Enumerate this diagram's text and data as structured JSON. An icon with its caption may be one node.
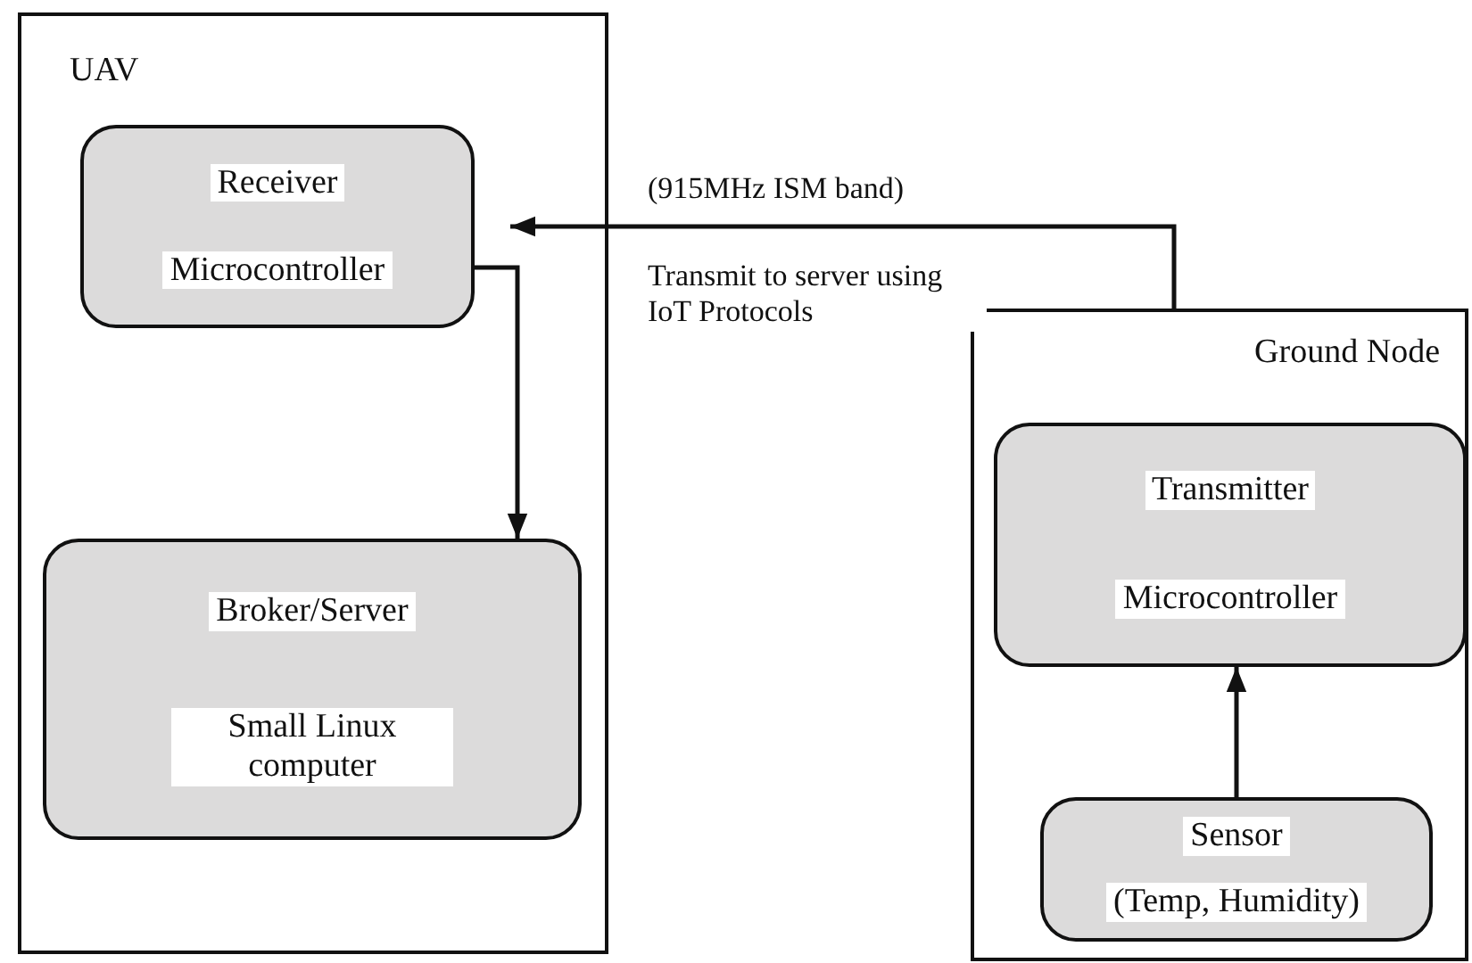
{
  "diagram": {
    "nodes": [
      {
        "text": [
          "UAV"
        ]
      },
      {
        "text": [
          "Receiver",
          "Microcontroller"
        ],
        "in": 0
      },
      {
        "text": [
          "Broker/Server",
          "Small Linux computer"
        ],
        "in": 0
      },
      {
        "text": [
          "Ground Node"
        ]
      },
      {
        "text": [
          "Transmitter",
          "Microcontroller"
        ],
        "in": 3
      },
      {
        "text": [
          "Sensor",
          "(Temp, Humidity)"
        ],
        "in": 3
      }
    ],
    "edges": [
      {
        "from": 3,
        "to": 1,
        "arrow": "to",
        "label": "(915MHz ISM band)"
      },
      {
        "from": 1,
        "to": 2,
        "arrow": "to"
      },
      {
        "from": 5,
        "to": 4,
        "arrow": "to"
      }
    ],
    "labels": [
      "Transmit to server using IoT Protocols"
    ]
  }
}
